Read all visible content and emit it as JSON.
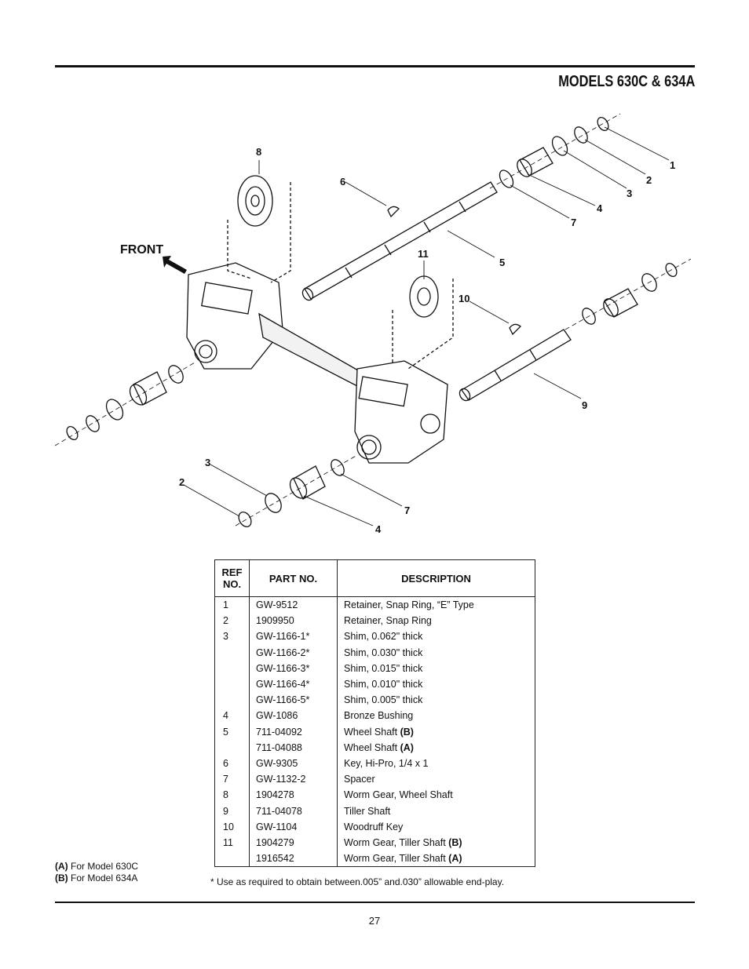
{
  "header": {
    "title": "MODELS 630C & 634A"
  },
  "diagram": {
    "front_label": "FRONT",
    "callouts": [
      "8",
      "6",
      "1",
      "2",
      "3",
      "4",
      "7",
      "5",
      "11",
      "10",
      "9",
      "3",
      "2",
      "7",
      "4"
    ]
  },
  "table": {
    "headers": [
      "REF NO.",
      "PART NO.",
      "DESCRIPTION"
    ],
    "rows": [
      {
        "ref": "1",
        "part": "GW-9512",
        "desc": "Retainer, Snap Ring, “E” Type",
        "tag": ""
      },
      {
        "ref": "2",
        "part": "1909950",
        "desc": "Retainer, Snap Ring",
        "tag": ""
      },
      {
        "ref": "3",
        "part": "GW-1166-1*",
        "desc": "Shim, 0.062\" thick",
        "tag": ""
      },
      {
        "ref": "",
        "part": "GW-1166-2*",
        "desc": "Shim, 0.030\" thick",
        "tag": ""
      },
      {
        "ref": "",
        "part": "GW-1166-3*",
        "desc": "Shim, 0.015\" thick",
        "tag": ""
      },
      {
        "ref": "",
        "part": "GW-1166-4*",
        "desc": "Shim, 0.010\" thick",
        "tag": ""
      },
      {
        "ref": "",
        "part": "GW-1166-5*",
        "desc": "Shim, 0.005\" thick",
        "tag": ""
      },
      {
        "ref": "4",
        "part": "GW-1086",
        "desc": "Bronze Bushing",
        "tag": ""
      },
      {
        "ref": "5",
        "part": "711-04092",
        "desc": "Wheel Shaft",
        "tag": "(B)"
      },
      {
        "ref": "",
        "part": "711-04088",
        "desc": "Wheel Shaft",
        "tag": "(A)"
      },
      {
        "ref": "6",
        "part": "GW-9305",
        "desc": "Key, Hi-Pro, 1/4 x 1",
        "tag": ""
      },
      {
        "ref": "7",
        "part": "GW-1132-2",
        "desc": "Spacer",
        "tag": ""
      },
      {
        "ref": "8",
        "part": "1904278",
        "desc": "Worm Gear, Wheel Shaft",
        "tag": ""
      },
      {
        "ref": "9",
        "part": "711-04078",
        "desc": "Tiller Shaft",
        "tag": ""
      },
      {
        "ref": "10",
        "part": "GW-1104",
        "desc": "Woodruff Key",
        "tag": ""
      },
      {
        "ref": "11",
        "part": "1904279",
        "desc": "Worm Gear, Tiller Shaft",
        "tag": "(B)"
      },
      {
        "ref": "",
        "part": "1916542",
        "desc": "Worm Gear, Tiller Shaft",
        "tag": "(A)"
      }
    ]
  },
  "notes": {
    "a_tag": "(A)",
    "a_text": " For Model 630C",
    "b_tag": "(B)",
    "b_text": " For Model 634A"
  },
  "footnote": "* Use as required to obtain between.005” and.030” allowable end-play.",
  "page_number": "27"
}
